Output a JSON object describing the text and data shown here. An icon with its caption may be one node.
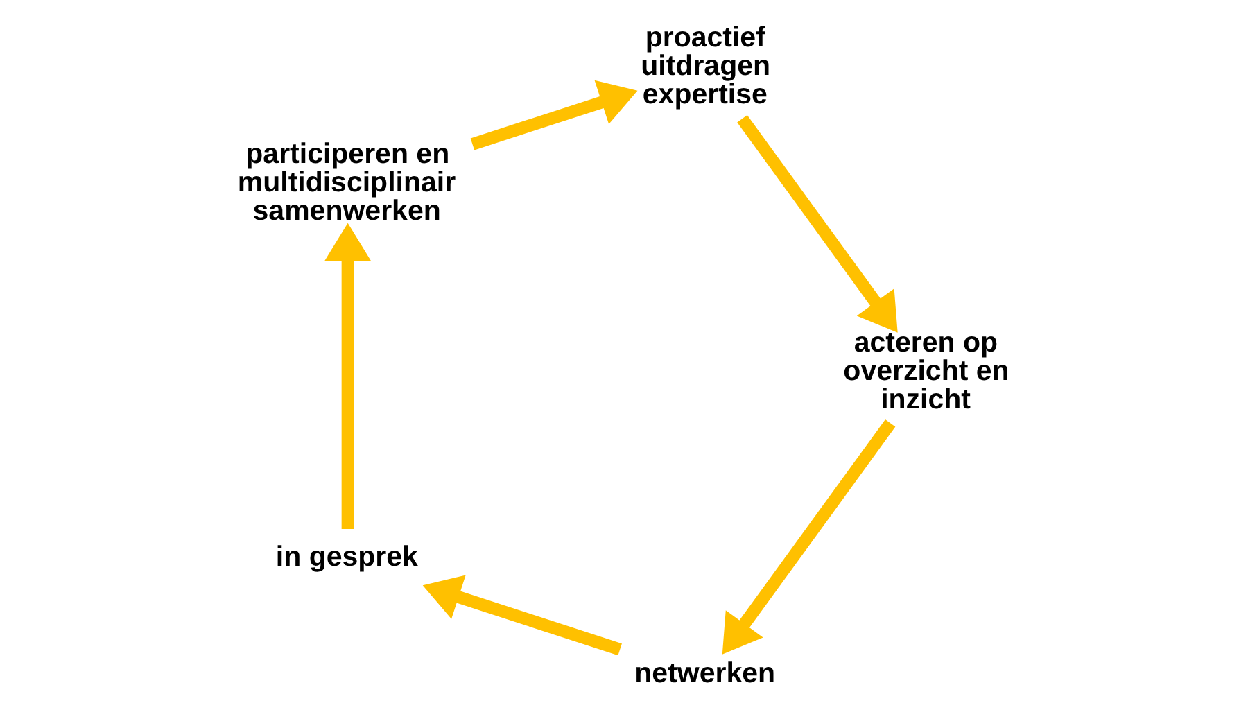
{
  "diagram": {
    "nodes": [
      {
        "text": [
          "netwerken"
        ]
      },
      {
        "text": [
          "in gesprek"
        ]
      },
      {
        "text": [
          "participeren en multidisciplinair samenwerken"
        ]
      },
      {
        "text": [
          "proactief uitdragen expertise"
        ]
      },
      {
        "text": [
          "acteren op overzicht en inzicht"
        ]
      }
    ],
    "edges": [
      {
        "from": 0,
        "to": 1,
        "arrow": "to"
      },
      {
        "from": 1,
        "to": 2,
        "arrow": "to"
      },
      {
        "from": 2,
        "to": 3,
        "arrow": "to"
      },
      {
        "from": 3,
        "to": 4,
        "arrow": "to"
      },
      {
        "from": 4,
        "to": 0,
        "arrow": "to"
      }
    ]
  }
}
